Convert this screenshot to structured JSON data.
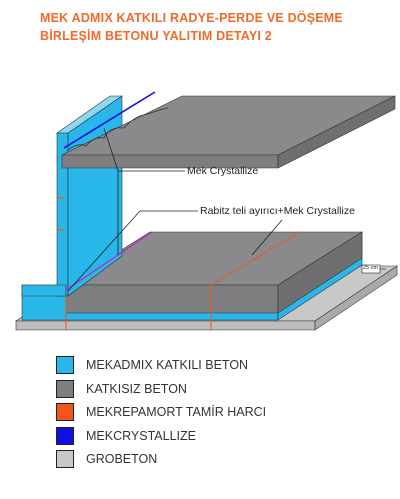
{
  "title": {
    "line1": "MEK ADMIX KATKILI RADYE-PERDE VE DÖŞEME",
    "line2": "BİRLEŞİM BETONU YALITIM DETAYI 2"
  },
  "callouts": {
    "crystallize": "Mek Crystallize",
    "rabitz": "Rabitz teli ayırıcı+Mek Crystallize",
    "dimension": "25 cm"
  },
  "legend": [
    {
      "label": "MEKADMIX KATKILI BETON",
      "color": "#29b6e8"
    },
    {
      "label": "KATKISIZ BETON",
      "color": "#7e7e80"
    },
    {
      "label": "MEKREPAMORT TAMİR HARCI",
      "color": "#f2541d"
    },
    {
      "label": "MEKCRYSTALLIZE",
      "color": "#1010e0"
    },
    {
      "label": "GROBETON",
      "color": "#c8c8c8"
    }
  ],
  "colors": {
    "admix": "#29b6e8",
    "plain": "#7e7e80",
    "repair": "#f2541d",
    "crystallize": "#1010e0",
    "lean": "#c8c8c8"
  }
}
